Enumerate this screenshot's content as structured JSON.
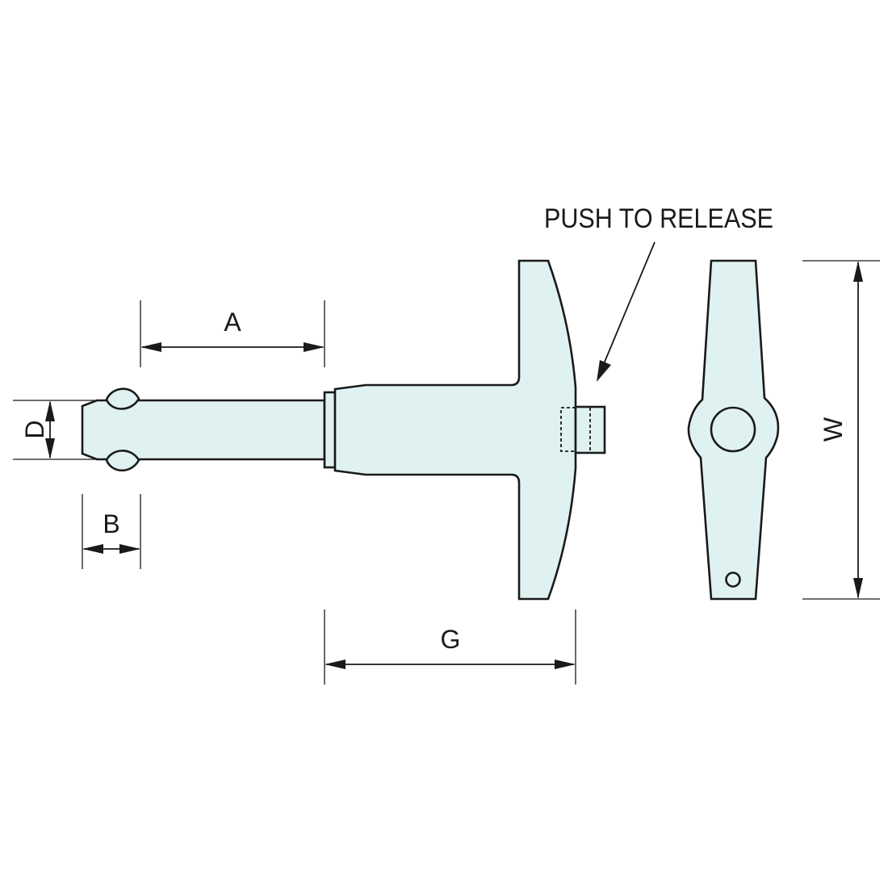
{
  "colors": {
    "part_fill": "#e0f1f1",
    "line": "#1a1a1a"
  },
  "callout": {
    "text": "PUSH TO RELEASE"
  },
  "dimensions": {
    "a": "A",
    "b": "B",
    "d": "D",
    "g": "G",
    "w": "W"
  }
}
